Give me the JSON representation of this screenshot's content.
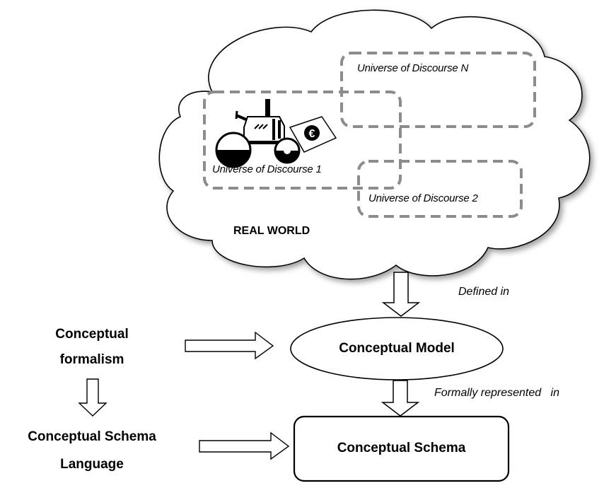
{
  "cloud": {
    "real_world_label": "REAL WORLD",
    "universes": [
      {
        "label": "Universe of Discourse N"
      },
      {
        "label": "Universe of Discourse 1"
      },
      {
        "label": "Universe of Discourse 2"
      }
    ],
    "euro_symbol": "€"
  },
  "arrows": {
    "defined_in": "Defined in",
    "formally_represented_in": "Formally represented   in"
  },
  "nodes": {
    "conceptual_model": "Conceptual Model",
    "conceptual_schema": "Conceptual Schema",
    "conceptual_formalism_line1": "Conceptual",
    "conceptual_formalism_line2": "formalism",
    "schema_language_line1": "Conceptual Schema",
    "schema_language_line2": "Language"
  },
  "colors": {
    "dash_box": "#8c8c8c",
    "cloud_shadow": "#9a9a9a",
    "stroke": "#000000",
    "fill": "#ffffff"
  }
}
